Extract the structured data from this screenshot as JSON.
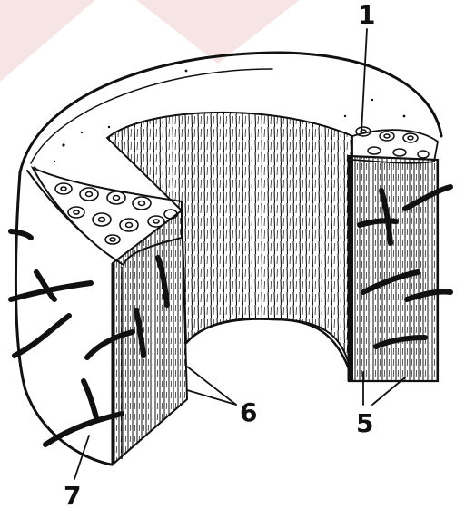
{
  "figure": {
    "labels": [
      {
        "id": "1",
        "text": "1"
      },
      {
        "id": "5",
        "text": "5"
      },
      {
        "id": "6",
        "text": "6"
      },
      {
        "id": "7",
        "text": "7"
      }
    ],
    "colors": {
      "ink": "#111111",
      "paper": "#ffffff",
      "watermark": "#f3dede"
    }
  }
}
